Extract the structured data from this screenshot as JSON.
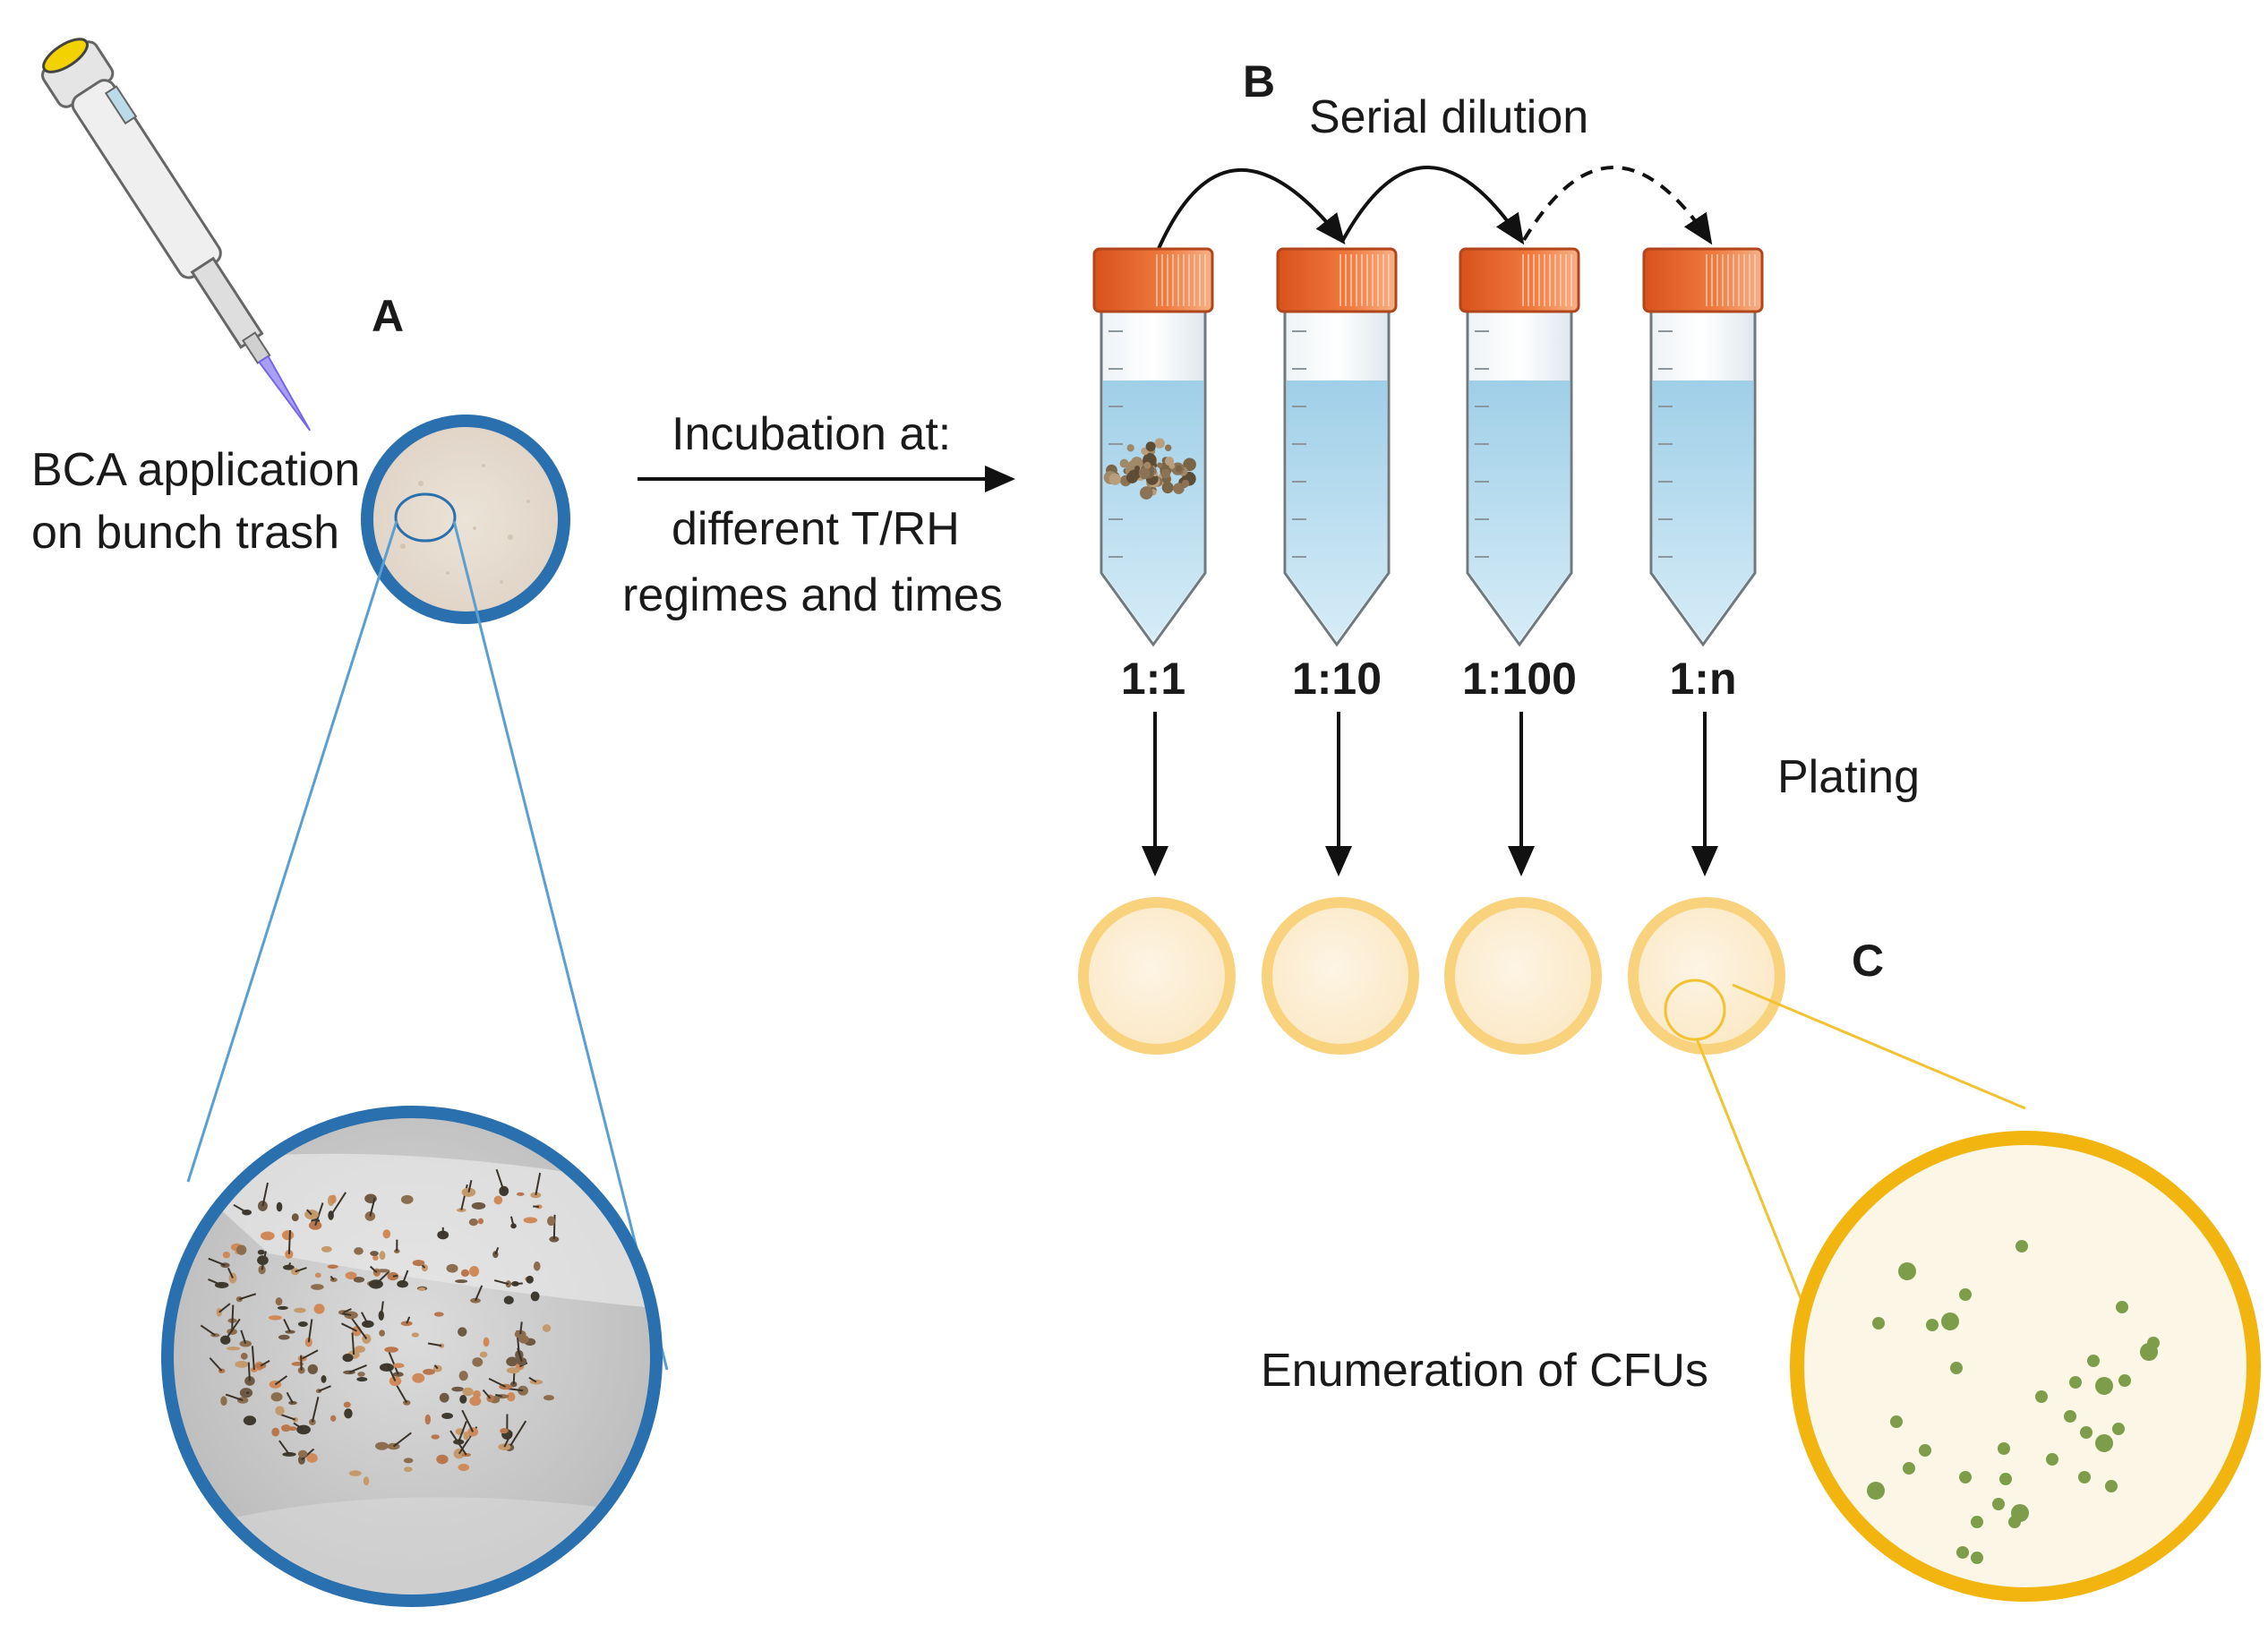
{
  "panels": {
    "a_label": "A",
    "b_label": "B",
    "c_label": "C"
  },
  "text": {
    "bca_line1": "BCA application",
    "bca_line2": "on bunch trash",
    "incubation_line1": "Incubation at:",
    "incubation_line2": "different T/RH",
    "incubation_line3": "regimes and times",
    "serial_dilution": "Serial dilution",
    "plating": "Plating",
    "enumeration": "Enumeration of CFUs"
  },
  "tubes": [
    {
      "label": "1:1"
    },
    {
      "label": "1:10"
    },
    {
      "label": "1:100"
    },
    {
      "label": "1:n"
    }
  ],
  "colors": {
    "panel_a_ring": "#2a6fae",
    "zoom_line_a": "#5a9fd0",
    "cap_orange": "#e8632a",
    "liquid_blue": "#a9d3ea",
    "plate_yellow": "#f8d27d",
    "plate_ring_c": "#f2b50f",
    "colony_green": "#7d9d4a"
  }
}
